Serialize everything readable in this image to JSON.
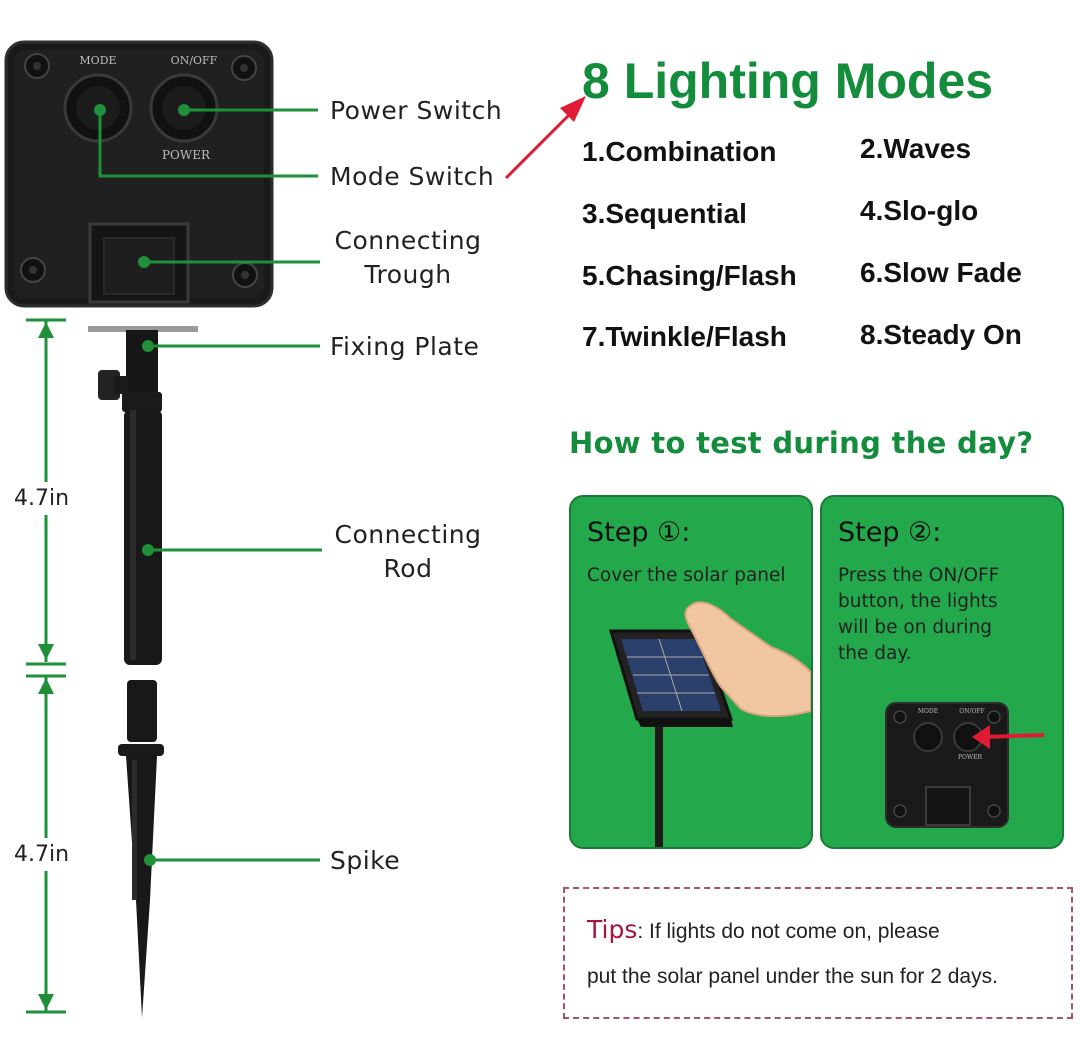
{
  "device": {
    "mode_label": "MODE",
    "onoff_label": "ON/OFF",
    "power_label": "POWER"
  },
  "callouts": {
    "power_switch": "Power Switch",
    "mode_switch": "Mode Switch",
    "connecting_trough_1": "Connecting",
    "connecting_trough_2": "Trough",
    "fixing_plate": "Fixing Plate",
    "connecting_rod_1": "Connecting",
    "connecting_rod_2": "Rod",
    "spike": "Spike"
  },
  "dimensions": {
    "rod_length": "4.7in",
    "spike_length": "4.7in"
  },
  "modes": {
    "title": "8 Lighting Modes",
    "items": [
      "1.Combination",
      "2.Waves",
      "3.Sequential",
      "4.Slo-glo",
      "5.Chasing/Flash",
      "6.Slow Fade",
      "7.Twinkle/Flash",
      "8.Steady On"
    ]
  },
  "test": {
    "heading": "How to test during the day?",
    "steps": [
      {
        "title": "Step ①:",
        "description": "Cover the solar panel"
      },
      {
        "title": "Step ②:",
        "description": "Press the ON/OFF button, the lights will be on during the day."
      }
    ]
  },
  "tips": {
    "label": "Tips",
    "line1": ": If lights do not come on, please",
    "line2": "put the solar panel under the sun for 2 days."
  },
  "colors": {
    "brand_green": "#138c3c",
    "card_green": "#23a84c",
    "leader_line": "#1f8f3a",
    "arrow_red": "#e01b36",
    "tips_label": "#a0173f",
    "device_body": "#1a1a1a"
  }
}
